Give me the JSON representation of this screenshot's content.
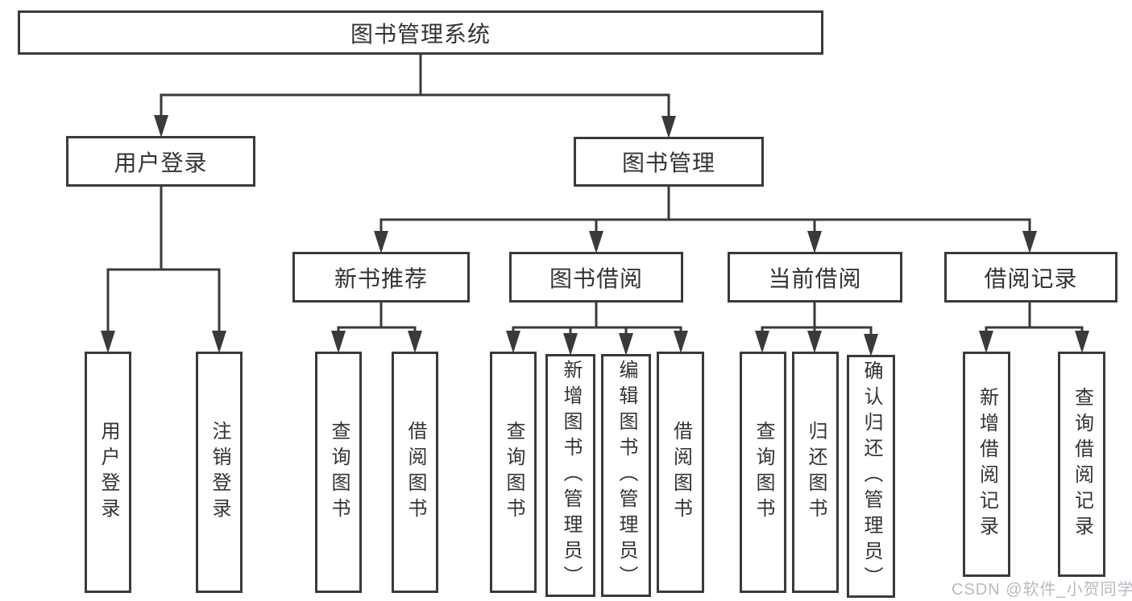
{
  "tree": {
    "root": {
      "label": "图书管理系统"
    },
    "children": [
      {
        "label": "用户登录",
        "children": [
          {
            "label": "用户登录"
          },
          {
            "label": "注销登录"
          }
        ]
      },
      {
        "label": "图书管理",
        "children": [
          {
            "label": "新书推荐",
            "children": [
              {
                "label": "查询图书"
              },
              {
                "label": "借阅图书"
              }
            ]
          },
          {
            "label": "图书借阅",
            "children": [
              {
                "label": "查询图书"
              },
              {
                "label": "新增图书（管理员）"
              },
              {
                "label": "编辑图书（管理员）"
              },
              {
                "label": "借阅图书"
              }
            ]
          },
          {
            "label": "当前借阅",
            "children": [
              {
                "label": "查询图书"
              },
              {
                "label": "归还图书"
              },
              {
                "label": "确认归还（管理员）"
              }
            ]
          },
          {
            "label": "借阅记录",
            "children": [
              {
                "label": "新增借阅记录"
              },
              {
                "label": "查询借阅记录"
              }
            ]
          }
        ]
      }
    ]
  },
  "watermark": {
    "text": "CSDN @软件_小贺同学"
  },
  "colors": {
    "line": "#3a3a3a",
    "text": "#333333",
    "box_background": "#ffffff",
    "watermark": "#b6bac0"
  }
}
